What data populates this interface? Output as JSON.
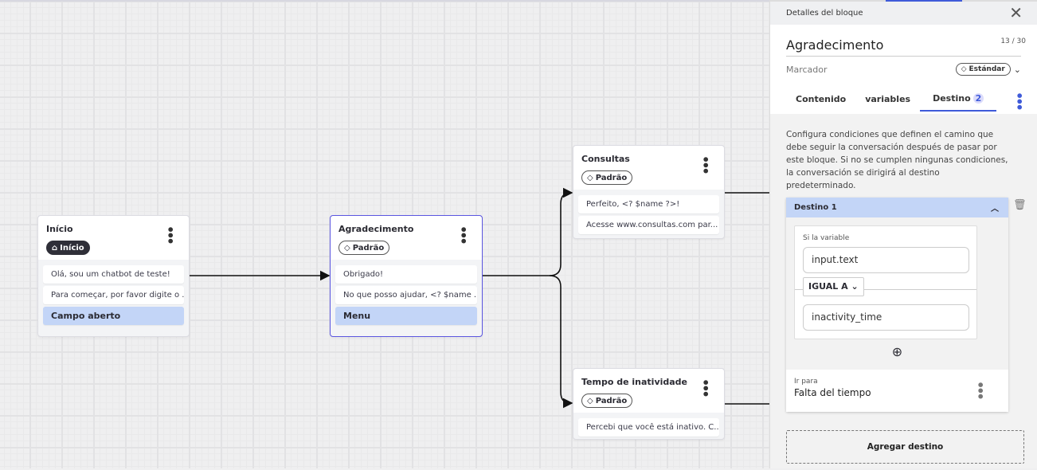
{
  "canvas": {
    "nodes": [
      {
        "title": "Início",
        "tag": "Início",
        "tag_icon": "home-icon",
        "messages": [
          "Olá, sou um chatbot de teste!",
          "Para começar, por favor digite o ..."
        ],
        "input": "Campo aberto"
      },
      {
        "title": "Agradecimento",
        "tag": "Padrão",
        "tag_icon": "tag-icon",
        "messages": [
          "Obrigado!",
          "No que posso ajudar, <? $name ..."
        ],
        "input": "Menu"
      },
      {
        "title": "Consultas",
        "tag": "Padrão",
        "tag_icon": "tag-icon",
        "messages": [
          "Perfeito, <? $name ?>!",
          "Acesse www.consultas.com par..."
        ]
      },
      {
        "title": "Tempo de inatividade",
        "tag": "Padrão",
        "tag_icon": "tag-icon",
        "messages": [
          "Percebi que você está inativo. C..."
        ]
      }
    ]
  },
  "panel": {
    "header": "Detalles del bloque",
    "block_name": "Agradecimento",
    "char_count": "13 / 30",
    "marker_label": "Marcador",
    "marker_value": "Estándar",
    "tabs": [
      {
        "label": "Contenido"
      },
      {
        "label": "variables"
      },
      {
        "label": "Destino",
        "badge": "2",
        "active": true
      }
    ],
    "description": "Configura condiciones que definen el camino que debe seguir la conversación después de pasar por este bloque. Si no se cumplen ningunas condiciones, la conversación se dirigirá al destino predeterminado.",
    "destination": {
      "title": "Destino 1",
      "if_variable_label": "Si la variable",
      "variable": "input.text",
      "operator": "IGUAL A",
      "value": "inactivity_time",
      "go_to_label": "Ir para",
      "go_to_value": "Falta del tiempo"
    },
    "add_destination": "Agregar destino"
  },
  "colors": {
    "accent": "#3f5bd9",
    "selected_border": "#5b56e0",
    "input_block": "#c3d5f7"
  }
}
